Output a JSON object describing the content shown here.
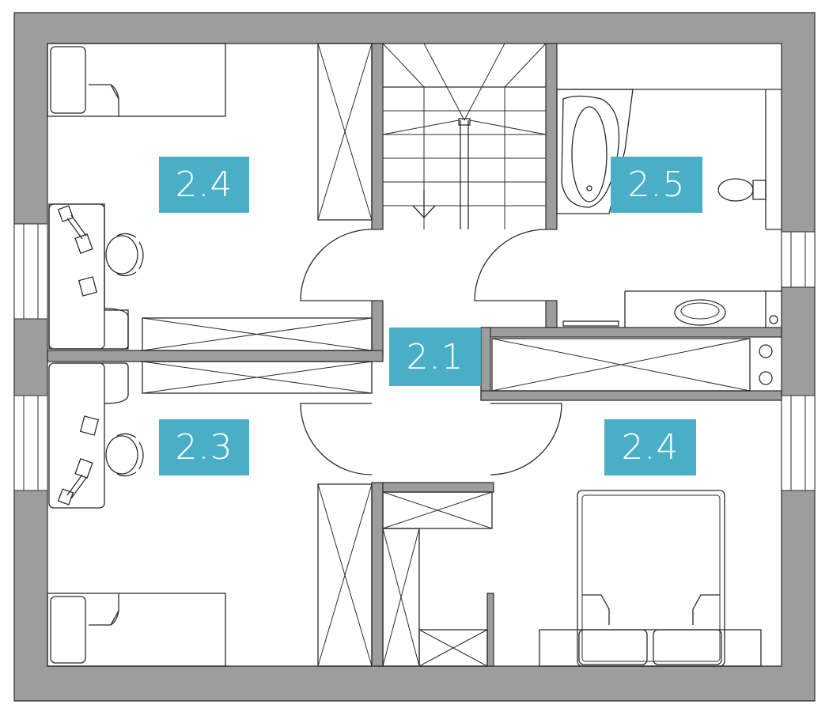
{
  "plan": {
    "wall_color": "#9d9d9d",
    "line_color": "#2b2b2b",
    "label_color": "#4aafc6",
    "rooms": [
      {
        "id": "bedroom-nw",
        "label": "2.4"
      },
      {
        "id": "bathroom",
        "label": "2.5"
      },
      {
        "id": "hallway",
        "label": "2.1"
      },
      {
        "id": "bedroom-sw",
        "label": "2.3"
      },
      {
        "id": "bedroom-se",
        "label": "2.4"
      }
    ]
  }
}
